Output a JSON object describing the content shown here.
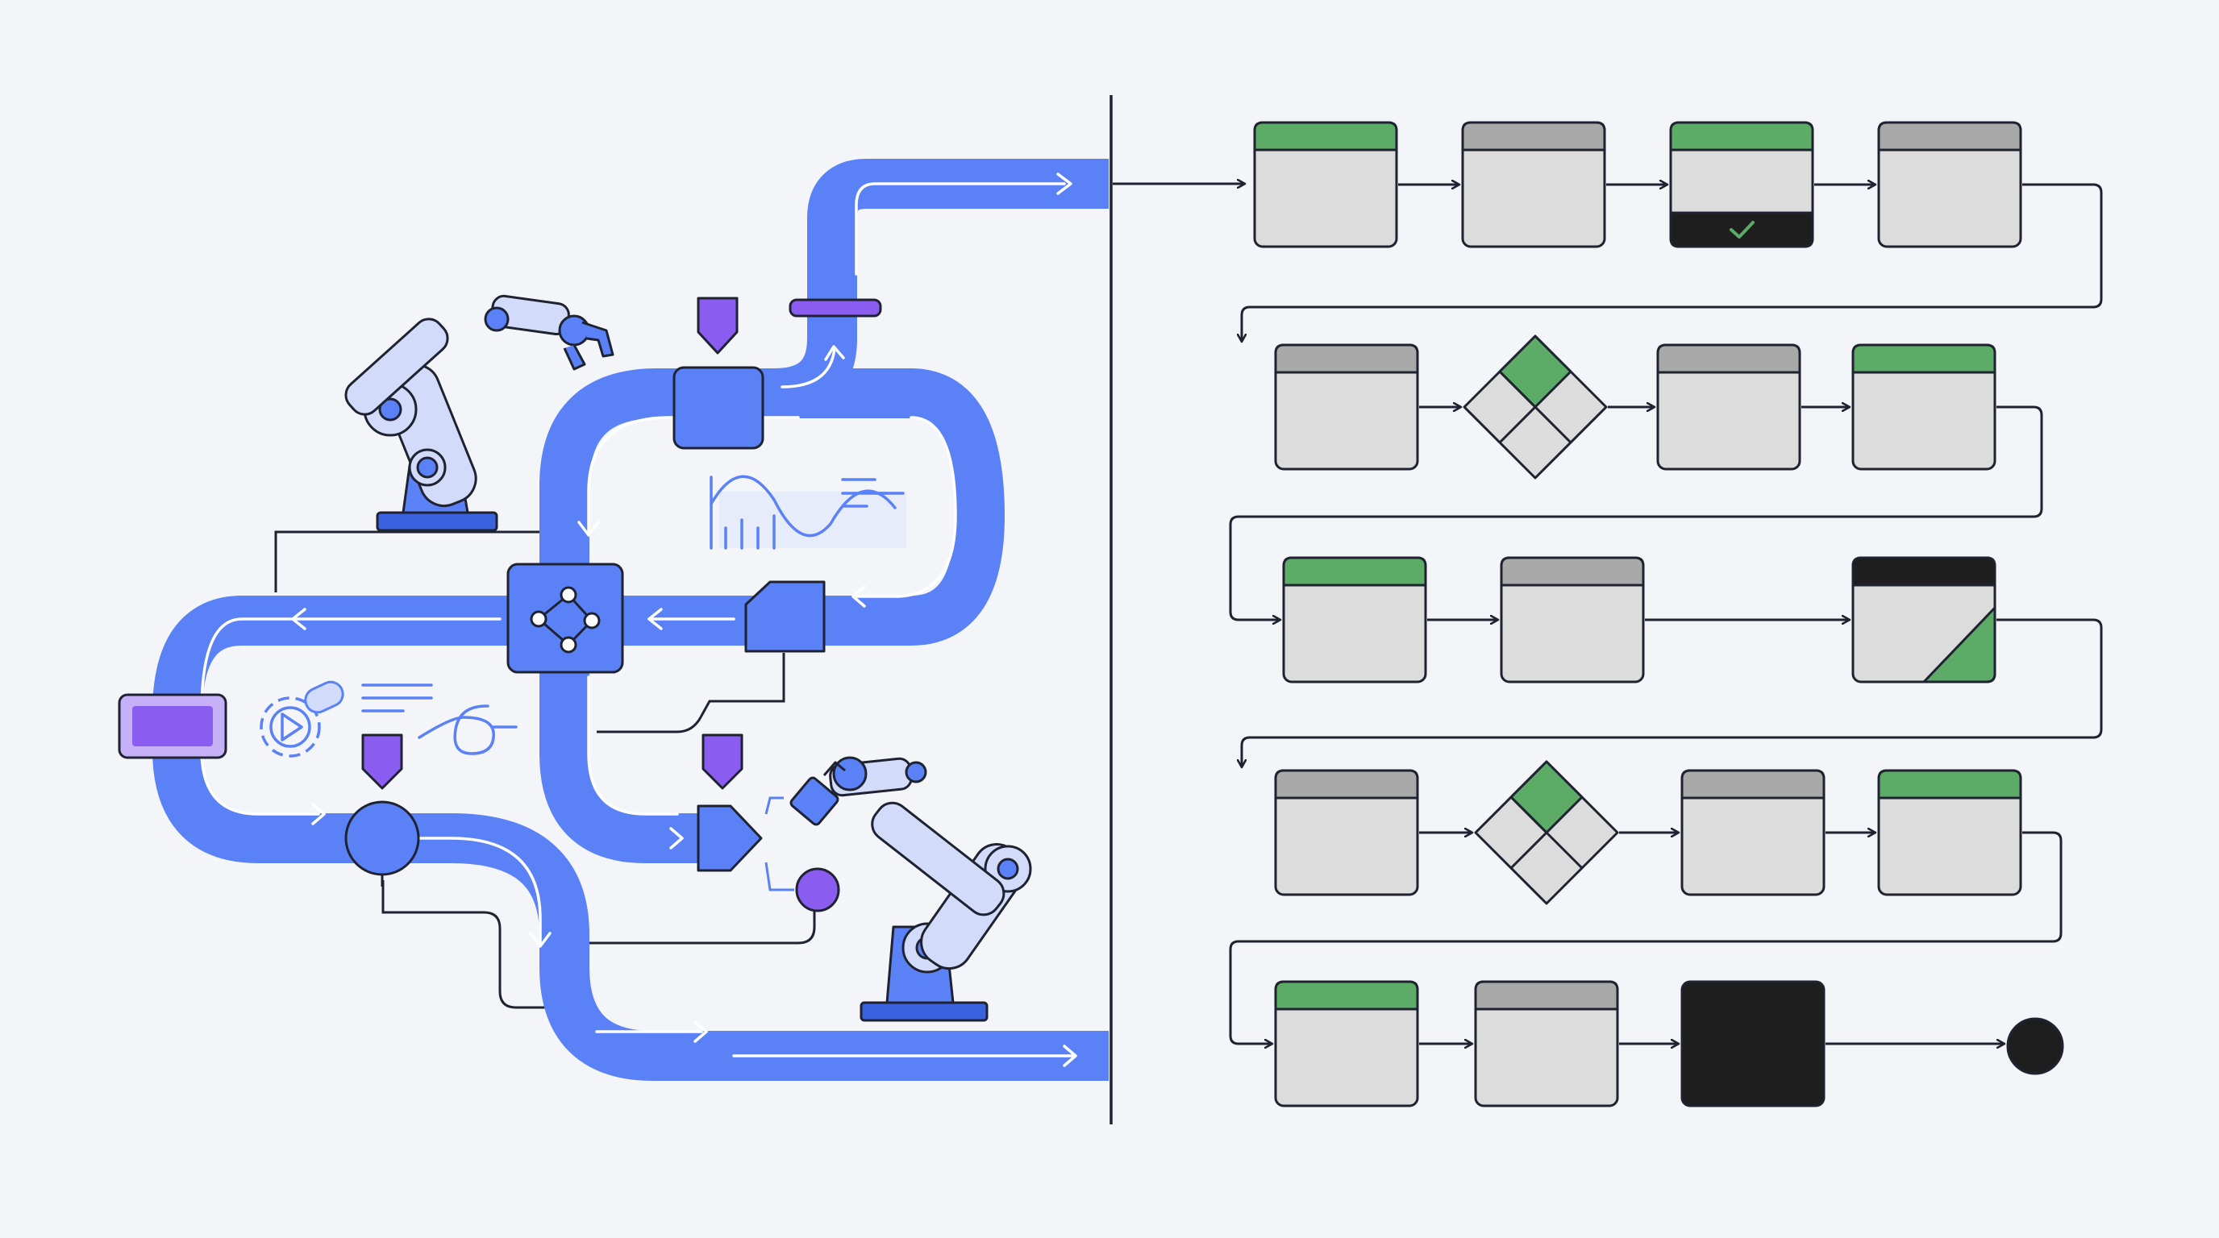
{
  "colors": {
    "background": "#f3f5f9",
    "belt": "#5a82f6",
    "belt_dark": "#3a62e0",
    "belt_lane": "#ffffff",
    "accent_purple": "#8a5cf0",
    "arm_light": "#d2dcfa",
    "outline": "#1f2230",
    "card_body": "#dcdcdc",
    "header_green": "#5cab67",
    "header_gray": "#a9a9a9",
    "header_black": "#1e1e1e",
    "terminal": "#1e1e1e"
  },
  "workflow": {
    "rows": [
      {
        "start": "left",
        "nodes": [
          "green",
          "gray",
          "green-check",
          "gray"
        ]
      },
      {
        "start": "left",
        "nodes": [
          "gray",
          "decision",
          "gray",
          "green"
        ]
      },
      {
        "start": "left",
        "nodes": [
          "green",
          "gray",
          "gap",
          "split"
        ]
      },
      {
        "start": "left",
        "nodes": [
          "gray",
          "decision",
          "gray",
          "green"
        ]
      },
      {
        "start": "left",
        "nodes": [
          "green",
          "gray",
          "solid",
          "end"
        ]
      }
    ]
  }
}
